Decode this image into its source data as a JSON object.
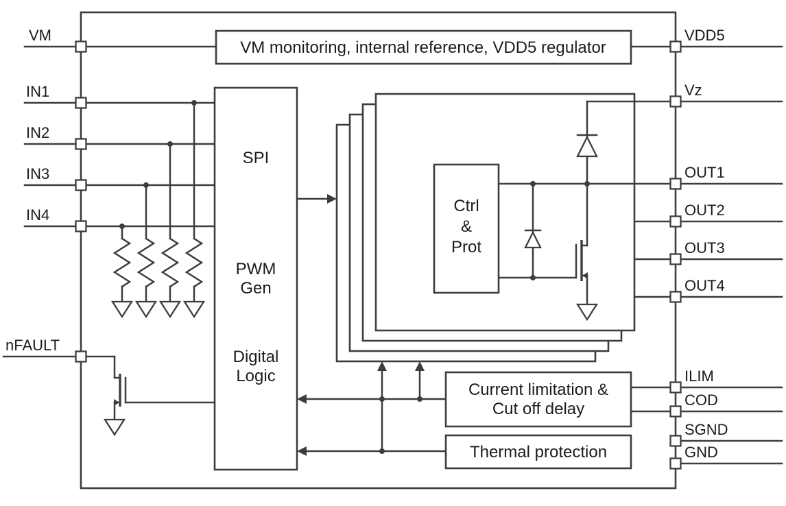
{
  "pins": {
    "left": [
      "VM",
      "IN1",
      "IN2",
      "IN3",
      "IN4",
      "nFAULT"
    ],
    "right": [
      "VDD5",
      "Vz",
      "OUT1",
      "OUT2",
      "OUT3",
      "OUT4",
      "ILIM",
      "COD",
      "SGND",
      "GND"
    ]
  },
  "blocks": {
    "vm_regulator": "VM monitoring, internal reference, VDD5 regulator",
    "control_lines": [
      "SPI",
      "PWM",
      "Gen",
      "Digital",
      "Logic"
    ],
    "ctrl_prot_lines": [
      "Ctrl",
      "&",
      "Prot"
    ],
    "current_limit_lines": [
      "Current limitation &",
      "Cut off delay"
    ],
    "thermal": "Thermal protection"
  },
  "colors": {
    "line": "#3d3d3d",
    "text": "#1c1c1c",
    "background": "#ffffff"
  }
}
